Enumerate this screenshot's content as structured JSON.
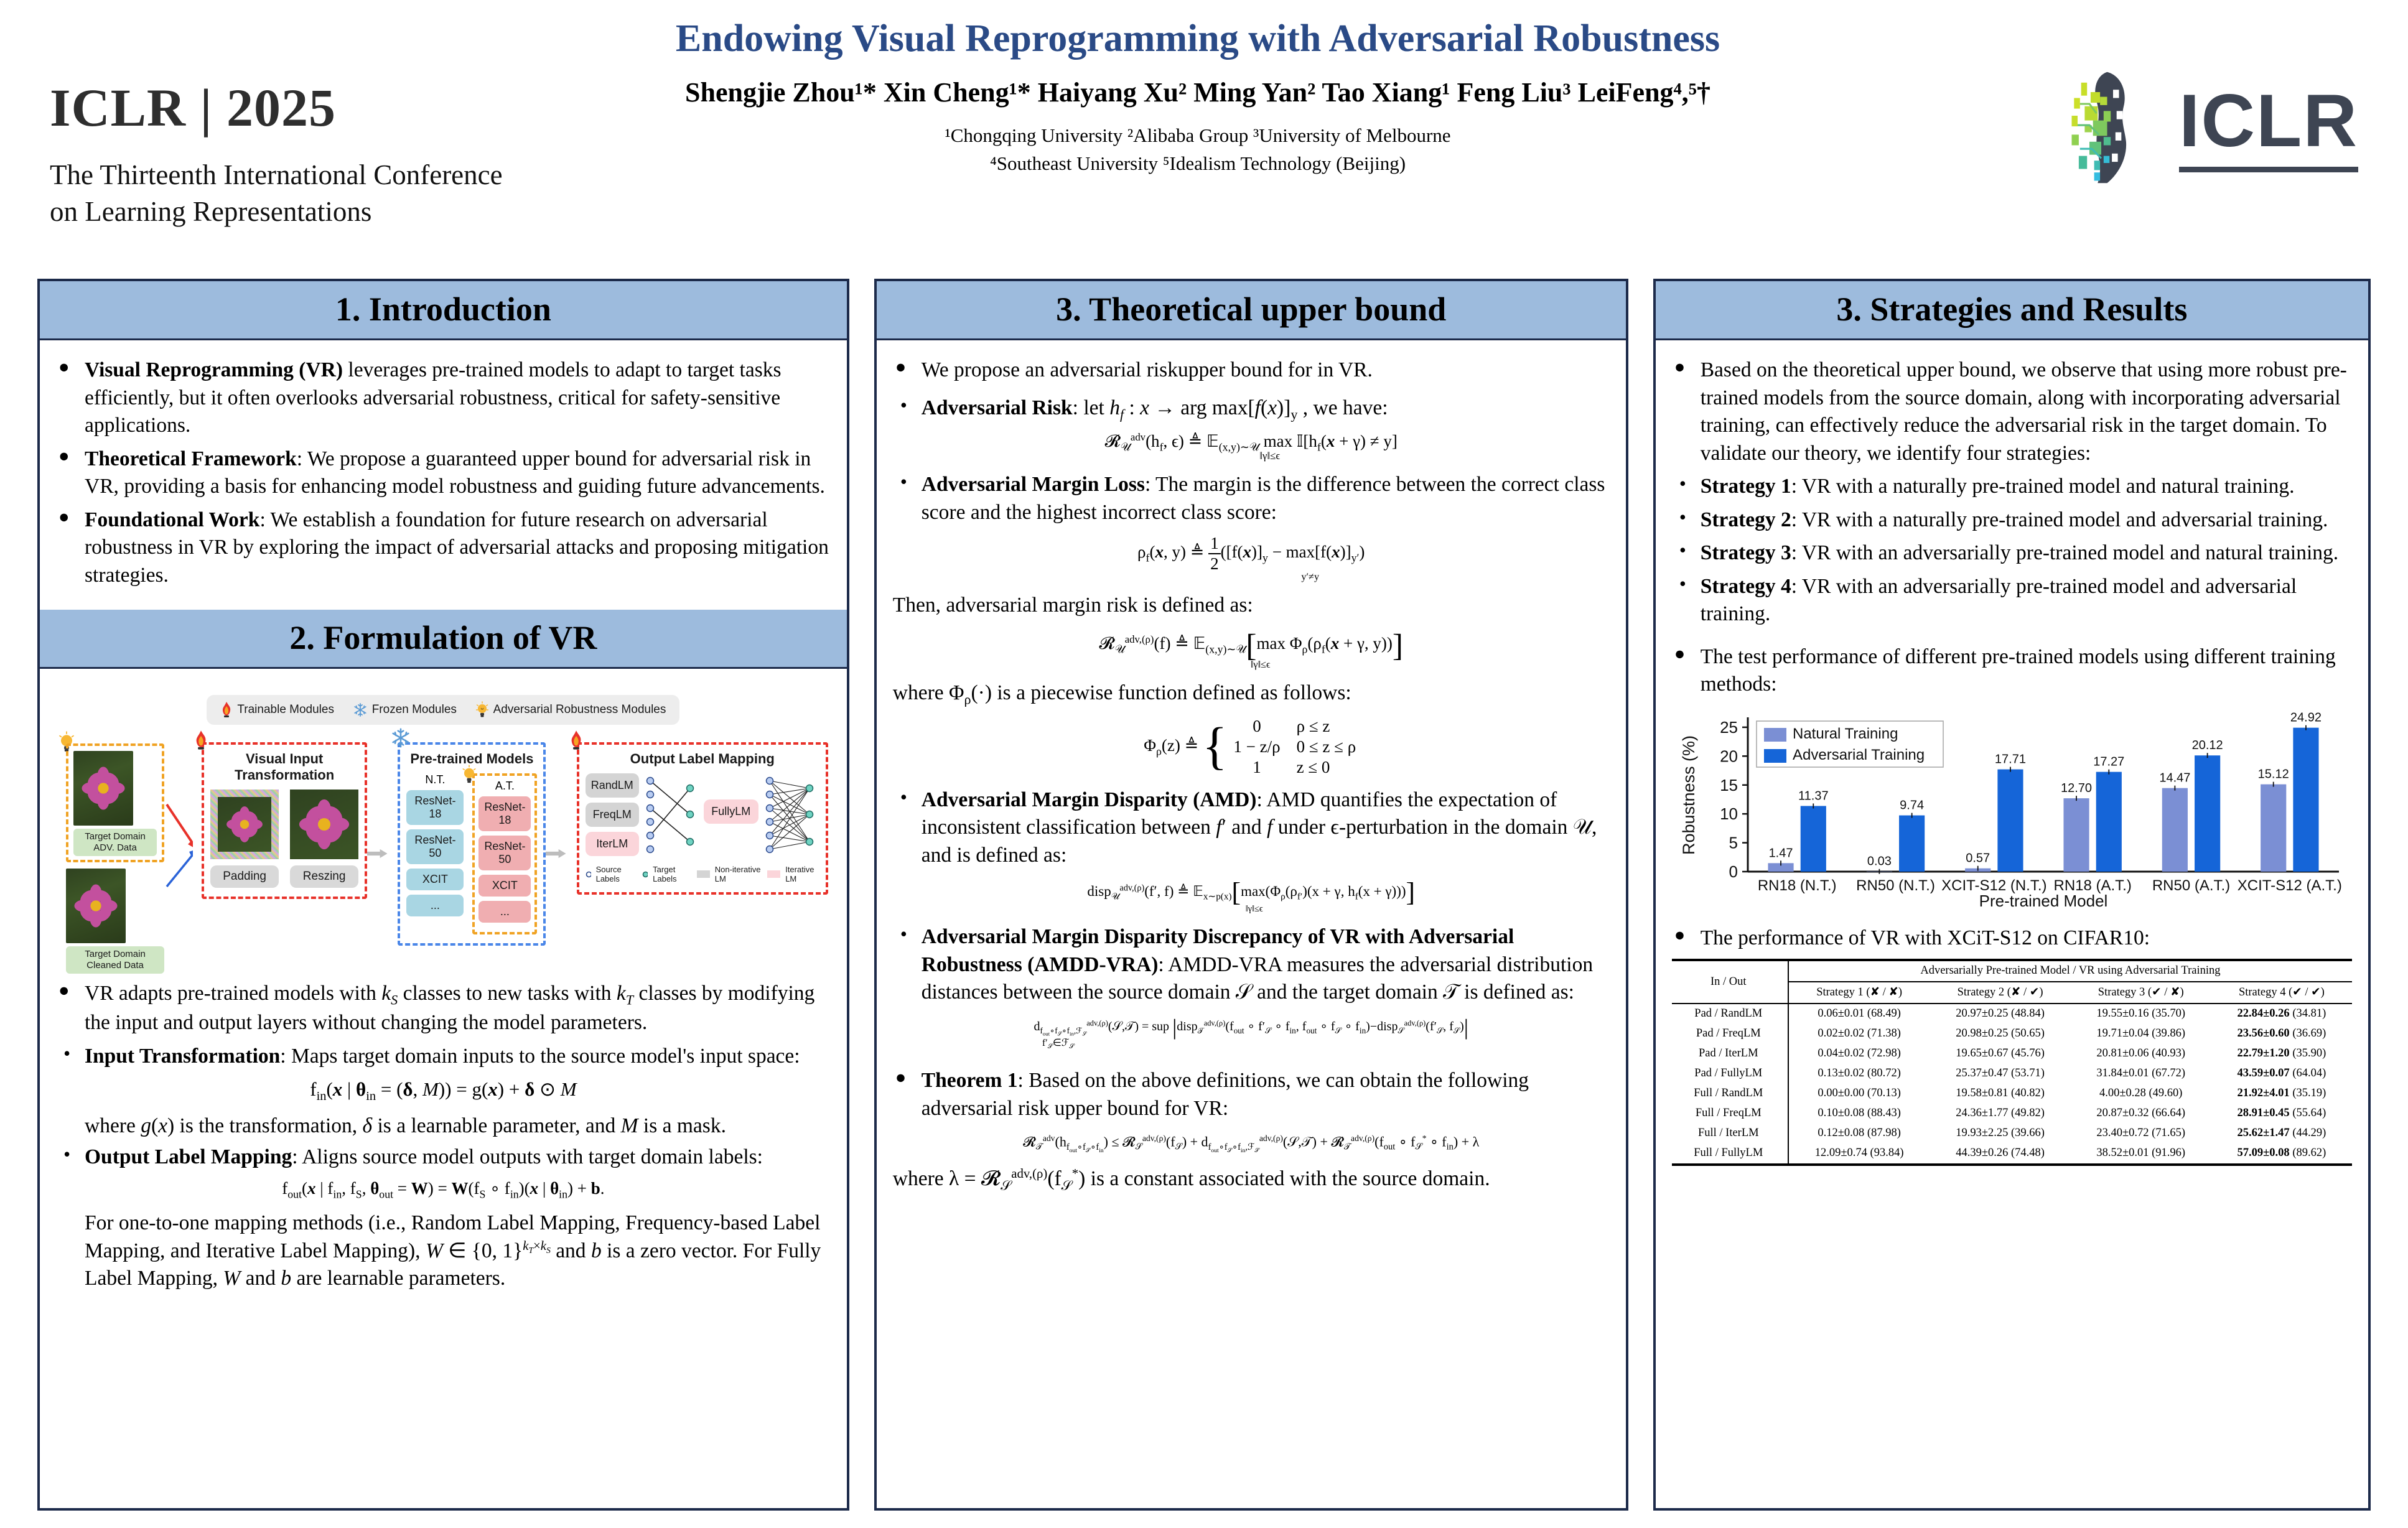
{
  "header": {
    "iclr_mark": "ICLR | 2025",
    "iclr_sub_line1": "The Thirteenth International Conference",
    "iclr_sub_line2": "on Learning Representations",
    "title": "Endowing Visual Reprogramming with Adversarial Robustness",
    "authors": "Shengjie Zhou¹*  Xin Cheng¹*  Haiyang Xu² Ming Yan² Tao Xiang¹ Feng Liu³ LeiFeng⁴,⁵†",
    "affil_line1": "¹Chongqing University  ²Alibaba Group  ³University of Melbourne",
    "affil_line2": "⁴Southeast University  ⁵Idealism Technology (Beijing)",
    "logo_word": "ICLR"
  },
  "colors": {
    "band": "#9dbbdd",
    "border": "#1c2a4a",
    "title_blue": "#2a4a86",
    "natural_training": "#7b8fd4",
    "adversarial_training": "#1565d8",
    "trainable_red": "#e8322a",
    "frozen_blue": "#4a86e8",
    "robustness_orange": "#f0a324"
  },
  "sections": {
    "introduction": {
      "title": "1. Introduction",
      "bullets": [
        {
          "lead": "Visual Reprogramming (VR)",
          "text": " leverages pre-trained models to adapt to target tasks efficiently, but it often overlooks adversarial robustness, critical for safety-sensitive applications."
        },
        {
          "lead": "Theoretical Framework",
          "text": ": We propose a guaranteed upper bound for adversarial risk in VR, providing a basis for enhancing model robustness and guiding future advancements."
        },
        {
          "lead": "Foundational Work",
          "text": ": We establish a foundation for future research on adversarial robustness in VR by exploring the impact of adversarial attacks and proposing mitigation strategies."
        }
      ]
    },
    "formulation": {
      "title": "2. Formulation of VR",
      "diagram": {
        "legend": [
          {
            "icon": "flame-icon",
            "label": "Trainable  Modules"
          },
          {
            "icon": "snowflake-icon",
            "label": "Frozen  Modules"
          },
          {
            "icon": "lightbulb-icon",
            "label": "Adversarial Robustness Modules"
          }
        ],
        "input_tags": [
          "Target Domain ADV. Data",
          "Target Domain Cleaned Data"
        ],
        "transform": {
          "title": "Visual Input Transformation",
          "chips": [
            "Padding",
            "Reszing"
          ]
        },
        "pretrained": {
          "title": "Pre-trained Models",
          "nt_label": "N.T.",
          "at_label": "A.T.",
          "models": [
            "ResNet-18",
            "ResNet-50",
            "XCIT",
            "..."
          ]
        },
        "olm": {
          "title": "Output Label Mapping",
          "non_iterative": [
            "RandLM",
            "FreqLM"
          ],
          "iterative": [
            "IterLM"
          ],
          "fully": "FullyLM",
          "minilegend": [
            "Source Labels",
            "Target Labels",
            "Non-iterative LM",
            "Iterative LM"
          ]
        }
      },
      "bullets": [
        {
          "type": "big",
          "html": "VR adapts pre-trained models with <i>k<span class='sub'>S</span></i> classes to new tasks with <i>k<span class='sub'>T</span></i> classes by modifying the input and output layers without changing the model parameters."
        },
        {
          "type": "small",
          "html": "<b>Input Transformation</b>: Maps target domain inputs to the source model's input space:"
        }
      ],
      "eq_input": "f<span class='sub'>in</span>(<b><i>x</i></b> | <b>θ</b><span class='sub'>in</span> = (<b>δ</b>, <i>M</i>)) = g(<b><i>x</i></b>) + <b>δ</b> ⊙ <i>M</i>",
      "note_input": "where <i>g</i>(<i>x</i>) is the transformation, <i>δ</i> is a learnable parameter, and <i>M</i> is a mask.",
      "bullet_olm": "<b>Output Label Mapping</b>: Aligns source model outputs with target domain labels:",
      "eq_olm": "f<span class='sub'>out</span>(<b><i>x</i></b> | f<span class='sub'>in</span>, f<span class='sub'>S</span>, <b>θ</b><span class='sub'>out</span> = <b>W</b>) = <b>W</b>(f<span class='sub'>S</span> ∘ f<span class='sub'>in</span>)(<b><i>x</i></b> | <b>θ</b><span class='sub'>in</span>) + <b>b</b>.",
      "note_olm": "For one-to-one mapping methods (i.e., Random Label Mapping, Frequency-based Label Mapping, and Iterative Label Mapping), <i>W</i> ∈ {0, 1}<span class='sup2'><i>k<span class='sub'>T</span></i>×<i>k<span class='sub'>S</span></i></span> and <i>b</i> is a zero vector. For Fully Label Mapping, <i>W</i> and <i>b</i> are learnable parameters."
    },
    "theory": {
      "title": "3. Theoretical upper bound",
      "b1": "We propose an adversarial riskupper bound for  in VR.",
      "b2_lead": "Adversarial Risk",
      "b2_text": ": let <i>h<span class='sub'>f</span></i> : <i>x</i> → arg max[<i>f</i>(<i>x</i>)]<span class='sub'>y</span> , we have:",
      "b2_sub": "y",
      "eq_risk": "𝓡<span class='sub'>𝒰</span><span class='sup2'>adv</span>(h<span class='sub'>f</span>, ϵ) ≜ 𝔼<span class='sub'>(x,y)∼𝒰</span> max 𝕀[h<span class='sub'>f</span>(<b><i>x</i></b> + γ) ≠ y]",
      "eq_risk_under": "‖γ‖≤ϵ",
      "b3_lead": "Adversarial Margin Loss",
      "b3_text": ": The margin is the difference between the correct class score and the highest incorrect class score:",
      "eq_margin_left": "ρ<span class='sub'>f</span>(<b><i>x</i></b>, y) ≜ ",
      "eq_margin_right": "([f(<b><i>x</i></b>)]<span class='sub'>y</span> − max[f(<b><i>x</i></b>)]<span class='sub'>y′</span>)",
      "eq_margin_under": "y′≠y",
      "note_then": "Then, adversarial margin risk is defined as:",
      "eq_amr": "𝓡<span class='sub'>𝒰</span><span class='sup2'>adv,(ρ)</span>(f) ≜ 𝔼<span class='sub'>(x,y)∼𝒰</span>",
      "eq_amr_inner": "max Φ<span class='sub'>ρ</span>(ρ<span class='sub'>f</span>(<b><i>x</i></b> + γ, y))",
      "eq_amr_under": "‖γ‖≤ϵ",
      "note_phi": "where Φ<span class='sub'>ρ</span>(·) is a piecewise function defined as follows:",
      "piecewise": {
        "lhs": "Φ<span class='sub'>ρ</span>(z) ≜",
        "rows": [
          {
            "val": "0",
            "cond": "ρ ≤ z"
          },
          {
            "val": "1 − z/ρ",
            "cond": "0 ≤ z ≤ ρ"
          },
          {
            "val": "1",
            "cond": "z ≤ 0"
          }
        ]
      },
      "b4_lead": "Adversarial Margin Disparity (AMD)",
      "b4_text": ": AMD quantifies the expectation of inconsistent classification between <i>f</i>′ and <i>f</i> under ϵ-perturbation in the domain 𝒰, and is defined as:",
      "eq_amd": "disp<span class='sub'>𝒰</span><span class='sup2'>adv,(ρ)</span>(f′, f) ≜ 𝔼<span class='sub'>x∼p(x)</span>",
      "eq_amd_inner": "max(Φ<span class='sub'>ρ</span>(ρ<span class='sub'>f′</span>)(x + γ, h<span class='sub'>f</span>(x + γ)))",
      "eq_amd_under": "‖γ‖≤ϵ",
      "b5_lead": "Adversarial Margin Disparity Discrepancy of VR with Adversarial Robustness (AMDD-VRA)",
      "b5_text": ": AMDD-VRA measures the adversarial distribution distances between the source domain 𝒮 and the target domain 𝒯 is defined as:",
      "eq_amdd_lhs": "d<span class='sub'>f<span class='sub'>out</span>∘f<span class='sub'>𝒮</span>∘f<span class='sub'>in</span>,ℱ<span class='sub'>𝒮</span></span><span class='sup2'>adv,(ρ)</span>(𝒮,𝒯) = sup",
      "eq_amdd_sub": "f′<span class='sub'>𝒮</span>∈ℱ<span class='sub'>𝒮</span>",
      "eq_amdd_rhs": "disp<span class='sub'>𝒯</span><span class='sup2'>adv,(ρ)</span>(f<span class='sub'>out</span> ∘ f′<span class='sub'>𝒮</span> ∘ f<span class='sub'>in</span>, f<span class='sub'>out</span> ∘ f<span class='sub'>𝒮</span> ∘ f<span class='sub'>in</span>)−disp<span class='sub'>𝒮</span><span class='sup2'>adv,(ρ)</span>(f′<span class='sub'>𝒮</span>, f<span class='sub'>𝒮</span>)",
      "b6_lead": "Theorem 1",
      "b6_text": ": Based on the above definitions, we can obtain the following adversarial risk upper bound for VR:",
      "eq_theorem": "𝓡<span class='sub'>𝒯</span><span class='sup2'>adv</span>(h<span class='sub'>f<span class='sub'>out</span>∘f<span class='sub'>𝒮</span>∘f<span class='sub'>in</span></span>) ≤ 𝓡<span class='sub'>𝒮</span><span class='sup2'>adv,(ρ)</span>(f<span class='sub'>𝒮</span>) + d<span class='sub'>f<span class='sub'>out</span>∘f<span class='sub'>𝒮</span>∘f<span class='sub'>in</span>,ℱ<span class='sub'>𝒮</span></span><span class='sup2'>adv,(ρ)</span>(𝒮,𝒯) + 𝓡<span class='sub'>𝒯</span><span class='sup2'>adv,(ρ)</span>(f<span class='sub'>out</span> ∘ f<span class='sub'>𝒮</span><span class='sup2'>*</span> ∘ f<span class='sub'>in</span>) + λ",
      "note_lambda": "where λ = 𝓡<span class='sub'>𝒮</span><span class='sup2'>adv,(ρ)</span>(f<span class='sub'>𝒮</span><span class='sup2'>*</span>) is a constant associated with the source domain."
    },
    "results": {
      "title": "3. Strategies and Results",
      "intro": "Based on the theoretical upper bound, we observe that using more robust pre-trained models from the source domain, along with incorporating adversarial training, can effectively reduce the adversarial risk in the target domain. To validate our theory, we identify four strategies:",
      "strategies": [
        {
          "lead": "Strategy 1",
          "text": ": VR with a naturally pre-trained model and natural training."
        },
        {
          "lead": "Strategy 2",
          "text": ": VR with a naturally pre-trained model and adversarial training."
        },
        {
          "lead": "Strategy 3",
          "text": ": VR with an adversarially pre-trained model and natural training."
        },
        {
          "lead": "Strategy 4",
          "text": ": VR with an adversarially pre-trained model and adversarial training."
        }
      ],
      "chart_lead": "The test performance of different pre-trained models using different training methods:",
      "table_lead": "The performance of VR with XCiT-S12 on CIFAR10:",
      "table": {
        "corner": "In / Out",
        "group_header": "Adversarially Pre-trained Model / VR using Adversarial Training",
        "columns": [
          "Strategy 1 (✘ / ✘)",
          "Strategy 2 (✘ / ✔)",
          "Strategy 3 (✔ / ✘)",
          "Strategy 4 (✔ / ✔)"
        ],
        "rows": [
          {
            "label": "Pad / RandLM",
            "cells": [
              "0.06±0.01 (68.49)",
              "20.97±0.25 (48.84)",
              "19.55±0.16 (35.70)",
              "22.84±0.26 (34.81)"
            ]
          },
          {
            "label": "Pad / FreqLM",
            "cells": [
              "0.02±0.02 (71.38)",
              "20.98±0.25 (50.65)",
              "19.71±0.04 (39.86)",
              "23.56±0.60 (36.69)"
            ]
          },
          {
            "label": "Pad / IterLM",
            "cells": [
              "0.04±0.02 (72.98)",
              "19.65±0.67 (45.76)",
              "20.81±0.06 (40.93)",
              "22.79±1.20 (35.90)"
            ]
          },
          {
            "label": "Pad / FullyLM",
            "cells": [
              "0.13±0.02 (80.72)",
              "25.37±0.47 (53.71)",
              "31.84±0.01 (67.72)",
              "43.59±0.07 (64.04)"
            ]
          },
          {
            "label": "Full / RandLM",
            "cells": [
              "0.00±0.00 (70.13)",
              "19.58±0.81 (40.82)",
              "4.00±0.28 (49.60)",
              "21.92±4.01 (35.19)"
            ]
          },
          {
            "label": "Full / FreqLM",
            "cells": [
              "0.10±0.08 (88.43)",
              "24.36±1.77 (49.82)",
              "20.87±0.32 (66.64)",
              "28.91±0.45 (55.64)"
            ]
          },
          {
            "label": "Full / IterLM",
            "cells": [
              "0.12±0.08 (87.98)",
              "19.93±2.25 (39.66)",
              "23.40±0.72 (71.65)",
              "25.62±1.47 (44.29)"
            ]
          },
          {
            "label": "Full / FullyLM",
            "cells": [
              "12.09±0.74 (93.84)",
              "44.39±0.26 (74.48)",
              "38.52±0.01 (91.96)",
              "57.09±0.08 (89.62)"
            ]
          }
        ],
        "bold_column_index": 3
      }
    }
  },
  "chart_data": {
    "type": "bar",
    "title": "",
    "xlabel": "Pre-trained Model",
    "ylabel": "Robustness (%)",
    "categories": [
      "RN18 (N.T.)",
      "RN50 (N.T.)",
      "XCIT-S12 (N.T.)",
      "RN18 (A.T.)",
      "RN50 (A.T.)",
      "XCIT-S12 (A.T.)"
    ],
    "series": [
      {
        "name": "Natural Training",
        "color": "#7b8fd4",
        "values": [
          1.47,
          0.03,
          0.57,
          12.7,
          14.47,
          15.12
        ]
      },
      {
        "name": "Adversarial Training",
        "color": "#1565d8",
        "values": [
          11.37,
          9.74,
          17.71,
          17.27,
          20.12,
          24.92
        ]
      }
    ],
    "ylim": [
      0,
      26.5
    ],
    "yticks": [
      0,
      5,
      10,
      15,
      20,
      25
    ],
    "grid": false,
    "legend_position": "top-left"
  }
}
